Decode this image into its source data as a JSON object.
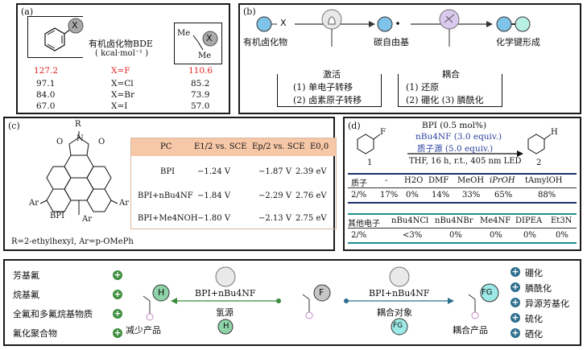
{
  "panel_a": {
    "label": "(a)",
    "title_line1": "有机卤化物BDE",
    "title_line2": "( kcal·mol⁻¹ )",
    "mol_left_atom": "X",
    "mol_right_me_top": "Me",
    "mol_right_me_bottom": "Me",
    "mol_right_atom": "X",
    "rows": [
      {
        "left": "127.2",
        "x": "X=F",
        "right": "110.6",
        "highlight": true
      },
      {
        "left": "97.1",
        "x": "X=Cl",
        "right": "85.2",
        "highlight": false
      },
      {
        "left": "84.0",
        "x": "X=Br",
        "right": "73.9",
        "highlight": false
      },
      {
        "left": "67.0",
        "x": "X=I",
        "right": "57.0",
        "highlight": false
      }
    ]
  },
  "panel_b": {
    "label": "(b)",
    "x_label": "X",
    "step1": "有机卤化物",
    "step2": "碳自由基",
    "step3": "化学键形成",
    "activation_title": "激活",
    "activation_items": [
      "(1) 单电子转移",
      "(2) 卤素原子转移"
    ],
    "coupling_title": "耦合",
    "coupling_items": [
      "(1) 还原",
      "(2) 硼化 (3) 膦酰化"
    ]
  },
  "panel_c": {
    "label": "(c)",
    "r_label": "R",
    "o_left": "O",
    "o_right": "O",
    "n_label": "N",
    "ar_left": "Ar",
    "ar_right": "Ar",
    "ar_bottom": "Ar",
    "bpi_label": "BPI",
    "footnote": "R=2-ethylhexyl, Ar=p-OMePh",
    "table_headers": [
      "PC",
      "E1/2 vs. SCE",
      "Ep/2 vs. SCE",
      "E0,0"
    ],
    "table_rows": [
      [
        "BPI",
        "−1.24 V",
        "−1.87 V",
        "2.39 eV"
      ],
      [
        "BPI+nBu4NF",
        "−1.84 V",
        "−2.29 V",
        "2.76 eV"
      ],
      [
        "BPI+Me4NOH",
        "−1.80 V",
        "−2.13 V",
        "2.75 eV"
      ]
    ],
    "header_bg": "#f7c8a8"
  },
  "panel_d": {
    "label": "(d)",
    "f_label": "F",
    "h_label": "H",
    "cond1": "BPI (0.5 mol%)",
    "cond2": "nBu4NF (3.0 equiv.)",
    "cond3": "质子源 (5.0 equiv.)",
    "cond4": "THF, 16 h, r.t., 405 nm LED",
    "num_left": "1",
    "num_right": "2",
    "proton_headers": [
      "质子",
      "-",
      "H2O",
      "DMF",
      "MeOH",
      "iPrOH",
      "tAmylOH"
    ],
    "proton_values": [
      "2/%",
      "17%",
      "0%",
      "14%",
      "33%",
      "65%",
      "88%"
    ],
    "donor_headers": [
      "其他电子",
      "nBu4NCl",
      "nBu4NBr",
      "Me4NF",
      "DIPEA",
      "Et3N"
    ],
    "donor_values": [
      "2/%",
      "<3%",
      "0%",
      "0%",
      "0%",
      "0%"
    ]
  },
  "panel_e": {
    "left_items": [
      "芳基氟",
      "烷基氟",
      "全氟和多氟烷基物质",
      "氟化聚合物"
    ],
    "right_items": [
      "硼化",
      "膦酰化",
      "异源芳基化",
      "硫化",
      "硒化"
    ],
    "center_atom": "F",
    "left_atom": "H",
    "right_atom": "FG",
    "left_reagent": "BPI+nBu4NF",
    "left_source": "氢源",
    "left_product": "减少产品",
    "right_reagent": "BPI+nBu4NF",
    "right_partner": "耦合对象",
    "right_product": "耦合产品",
    "green_dot": "+",
    "blue_dot": "+"
  }
}
